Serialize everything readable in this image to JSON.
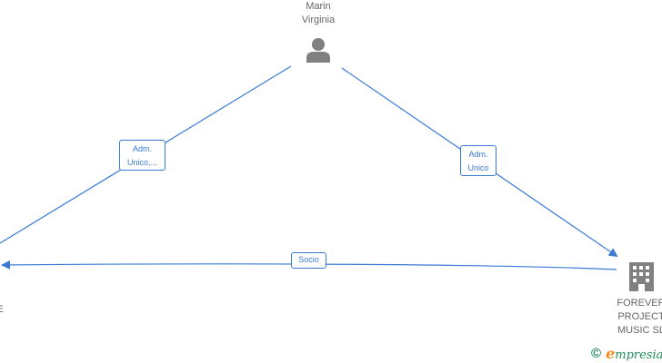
{
  "nodes": {
    "person": {
      "name_line1": "Marin",
      "name_line2": "Virginia",
      "icon": "person-icon"
    },
    "company_right": {
      "line1": "FOREVER",
      "line2": "PROJECT",
      "line3": "MUSIC SL",
      "icon": "building-icon"
    },
    "company_left": {
      "fragment": "E"
    }
  },
  "edges": {
    "person_left": {
      "line1": "Adm.",
      "line2": "Unico,..."
    },
    "person_right": {
      "line1": "Adm.",
      "line2": "Unico"
    },
    "right_left": {
      "label": "Socio"
    }
  },
  "brand": {
    "copyright": "©",
    "initial": "e",
    "rest": "mpresia"
  },
  "colors": {
    "edge": "#3a7bd5",
    "node_icon": "#808080",
    "text": "#666666",
    "brand": "#1f8a5a",
    "brand_accent": "#f08a1c"
  }
}
